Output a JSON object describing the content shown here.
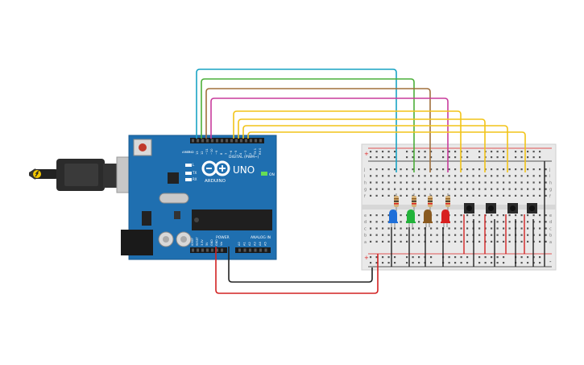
{
  "board": {
    "brand_label": "UNO",
    "maker_label": "ARDUINO",
    "digital_label": "DIGITAL (PWM~)",
    "power_label": "POWER",
    "analog_label": "ANALOG IN",
    "on_label": "ON",
    "tx_label": "TX",
    "rx_label": "RX",
    "l_label": "L",
    "aref_label": "AREF",
    "gnd_label": "GND",
    "digital_pins": [
      "13",
      "12",
      "~11",
      "~10",
      "~9",
      "8",
      "7",
      "~6",
      "~5",
      "4",
      "~3",
      "2",
      "TX 1",
      "RX 0"
    ],
    "power_pins": [
      "IOREF",
      "RESET",
      "3.3V",
      "5V",
      "GND",
      "GND",
      "Vin"
    ],
    "analog_pins": [
      "A0",
      "A1",
      "A2",
      "A3",
      "A4",
      "A5"
    ]
  },
  "breadboard": {
    "row_letters_top": [
      "j",
      "i",
      "h",
      "g",
      "f"
    ],
    "row_letters_bottom": [
      "e",
      "d",
      "c",
      "b",
      "a"
    ],
    "plus_label": "+",
    "minus_label": "-"
  },
  "components": {
    "leds": [
      {
        "name": "led-blue",
        "color": "#1e6fd9"
      },
      {
        "name": "led-green",
        "color": "#22b33a"
      },
      {
        "name": "led-brown",
        "color": "#8a5a20"
      },
      {
        "name": "led-red",
        "color": "#d82020"
      }
    ],
    "button_count": 4
  },
  "wire_colors": {
    "teal": "#19a3c4",
    "green": "#4caf3a",
    "brown": "#a0703c",
    "magenta": "#c83c9c",
    "yellow": "#f2c418",
    "black": "#222222",
    "red": "#d22222"
  }
}
